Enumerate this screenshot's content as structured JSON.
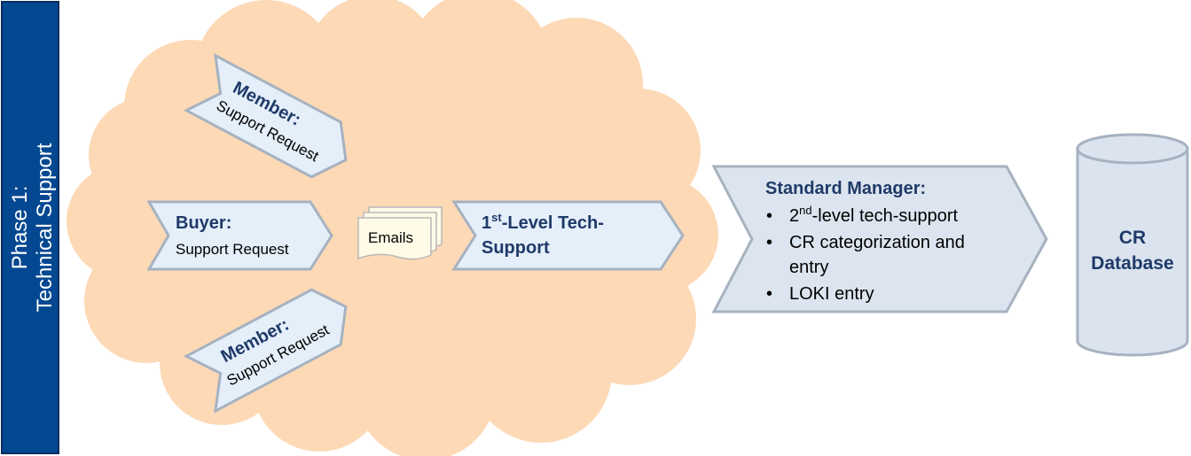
{
  "phase": {
    "line1": "Phase 1:",
    "line2": "Technical Support"
  },
  "member_top": {
    "title": "Member:",
    "subtitle": "Support Request"
  },
  "buyer": {
    "title": "Buyer:",
    "subtitle": "Support Request"
  },
  "member_bottom": {
    "title": "Member:",
    "subtitle": "Support Request"
  },
  "emails": {
    "label": "Emails"
  },
  "first_level": {
    "line1_sup": "st",
    "line1_pre": "1",
    "line1_post": "-Level Tech-",
    "line2": "Support"
  },
  "standard_manager": {
    "title": "Standard Manager:",
    "bullet": "•",
    "items": [
      {
        "pre": "2",
        "sup": "nd",
        "post": "-level tech-support"
      },
      {
        "line1": "CR categorization and",
        "line2": "entry"
      },
      {
        "text": "LOKI entry"
      }
    ]
  },
  "database": {
    "line1": "CR",
    "line2": "Database"
  },
  "colors": {
    "phase_bar": "#034891",
    "cloud": "#fdd9b6",
    "chevron_light": "#e4effa",
    "chevron_border": "#a6b2c0",
    "manager_fill": "#dce5ef",
    "db_fill": "#dae3ee",
    "label_blue": "#1f3a68"
  }
}
